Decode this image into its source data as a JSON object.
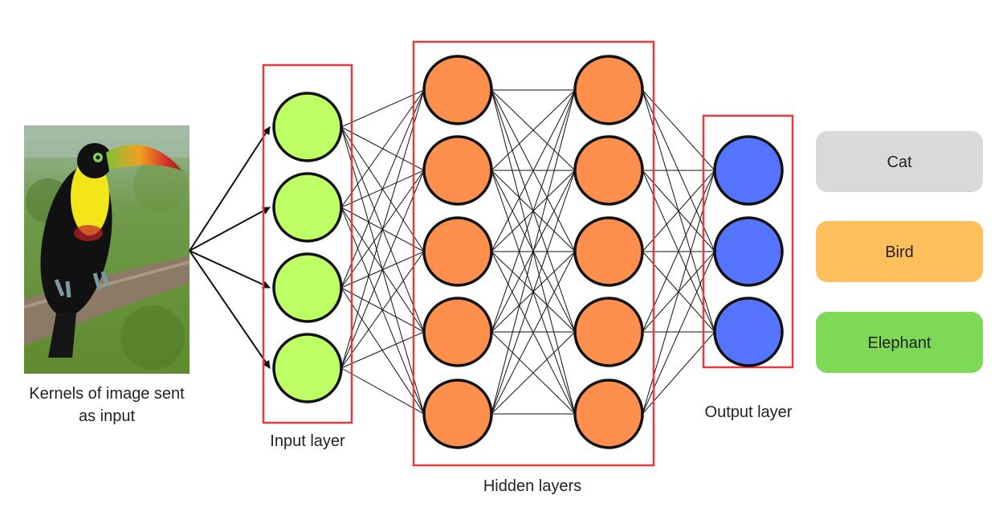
{
  "input_image": {
    "icon": "toucan-bird-photo",
    "caption_line1": "Kernels of image sent",
    "caption_line2": "as input"
  },
  "layers": {
    "input": {
      "label": "Input layer",
      "color": "#bfff66"
    },
    "hidden": {
      "label": "Hidden layers",
      "color": "#ff8f4d"
    },
    "output": {
      "label": "Output layer",
      "color": "#5574ff"
    }
  },
  "box_color": "#e53a40",
  "classes": [
    {
      "label": "Cat",
      "color": "#d9d9d9"
    },
    {
      "label": "Bird",
      "color": "#ffbf5c"
    },
    {
      "label": "Elephant",
      "color": "#7ed957"
    }
  ]
}
